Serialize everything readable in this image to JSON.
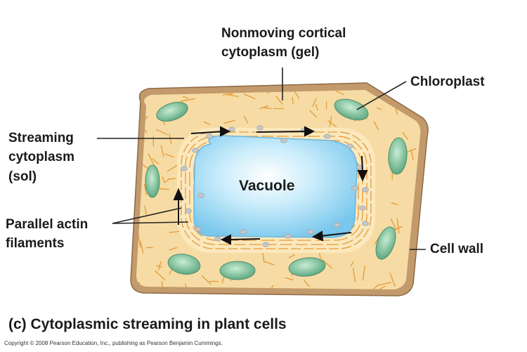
{
  "labels": {
    "nonmoving_line1": "Nonmoving cortical",
    "nonmoving_line2": "cytoplasm (gel)",
    "chloroplast": "Chloroplast",
    "streaming_line1": "Streaming",
    "streaming_line2": "cytoplasm",
    "streaming_line3": "(sol)",
    "actin_line1": "Parallel actin",
    "actin_line2": "filaments",
    "cell_wall": "Cell wall",
    "vacuole": "Vacuole"
  },
  "caption": "(c) Cytoplasmic streaming in plant cells",
  "copyright": "Copyright © 2008 Pearson Education, Inc., publishing as Pearson Benjamin Cummings.",
  "colors": {
    "cell_wall": "#c39a6b",
    "cytoplasm": "#f6dca4",
    "vacuole": "#8fd3f2",
    "chloroplast": "#7bc19a",
    "actin": "#e39a3c",
    "leader": "#222222"
  }
}
